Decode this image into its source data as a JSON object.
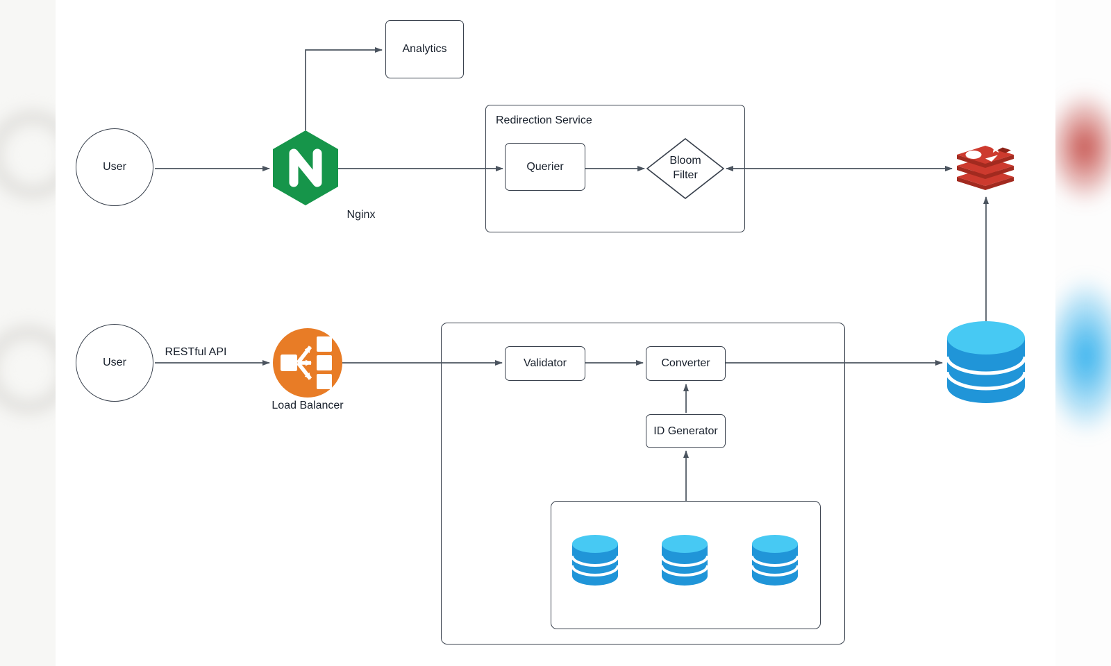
{
  "colors": {
    "line": "#4b545f",
    "border": "#39414d",
    "text": "#171f2b",
    "nginx_green": "#16954a",
    "lb_orange": "#e87c26",
    "redis_red": "#cd3a2e",
    "redis_red_dark": "#a22a1f",
    "redis_red_hole": "#8e2318",
    "db_blue_top": "#47c9f3",
    "db_blue_body": "#2095d8"
  },
  "top_flow": {
    "user": {
      "label": "User"
    },
    "nginx": {
      "label": "Nginx"
    },
    "analytics": {
      "label": "Analytics"
    },
    "redirection_service": {
      "title": "Redirection Service",
      "querier": {
        "label": "Querier"
      },
      "bloom_filter": {
        "label": "Bloom Filter"
      }
    },
    "redis": {
      "icon": "redis-database"
    }
  },
  "bottom_flow": {
    "user": {
      "label": "User"
    },
    "api_label": "RESTful API",
    "load_balancer": {
      "label": "Load Balancer"
    },
    "url_service": {
      "validator": {
        "label": "Validator"
      },
      "converter": {
        "label": "Converter"
      },
      "id_generator": {
        "label": "ID Generator"
      },
      "database_cluster": {
        "count": 3,
        "icon": "database-cylinder"
      }
    },
    "database": {
      "icon": "database-cylinder"
    }
  }
}
